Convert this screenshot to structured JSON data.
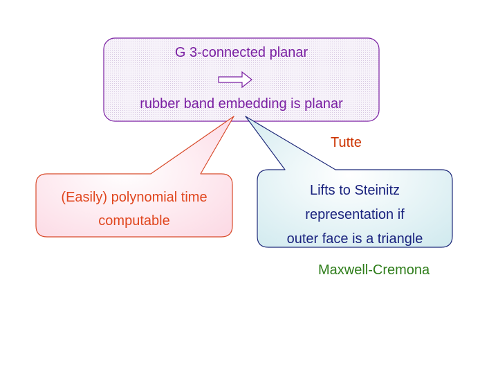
{
  "top_box": {
    "line1": "G 3-connected planar",
    "line2": "rubber band embedding is planar"
  },
  "tutte_label": "Tutte",
  "left_callout": {
    "line1": "(Easily) polynomial time",
    "line2": "computable"
  },
  "right_callout": {
    "line1": "Lifts to Steinitz",
    "line2": "representation if",
    "line3": "outer face is a triangle"
  },
  "maxwell_label": "Maxwell-Cremona",
  "colors": {
    "top_box_border": "#7a1fa2",
    "top_box_fill": "#f3eef7",
    "left_callout_border": "#d84a2a",
    "left_callout_fill": "#fde6ec",
    "right_callout_border": "#1f2a7a",
    "right_callout_fill": "#e6f3f5",
    "tutte_text": "#cc3300",
    "maxwell_text": "#2e7d1a"
  }
}
